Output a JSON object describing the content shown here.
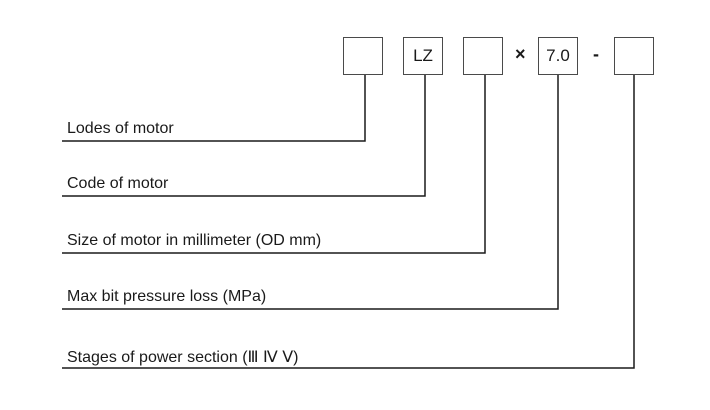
{
  "model_code": {
    "box_1": "",
    "box_2": "LZ",
    "box_3": "",
    "multiply_sign": "×",
    "box_4": "7.0",
    "dash_sign": "-",
    "box_5": ""
  },
  "labels": {
    "lodes_of_motor": "Lodes of motor",
    "code_of_motor": "Code of motor",
    "size_of_motor": "Size of motor in millimeter (OD mm)",
    "max_bit_pressure_loss": "Max bit pressure loss (MPa)",
    "stages_of_power_section": "Stages of power section (Ⅲ Ⅳ Ⅴ)"
  }
}
